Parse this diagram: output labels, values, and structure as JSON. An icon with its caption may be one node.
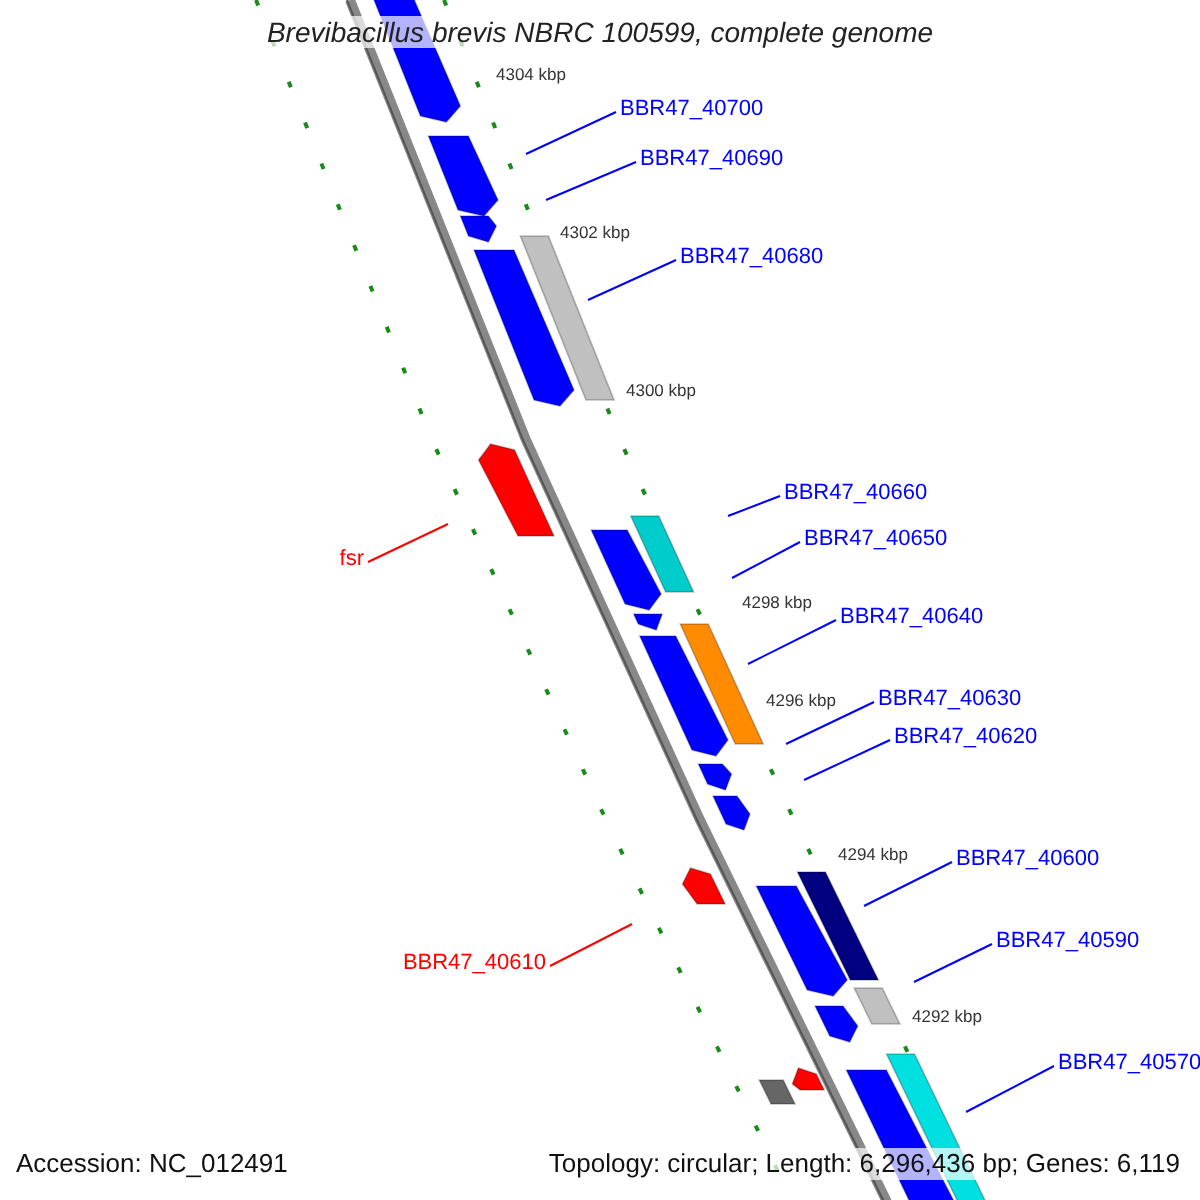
{
  "diagram": {
    "title": "Brevibacillus brevis NBRC 100599, complete genome",
    "nodes": [
      {
        "text": [
          "BBR47_40700"
        ]
      },
      {
        "text": [
          "BBR47_40690"
        ]
      },
      {
        "text": [
          "BBR47_40680"
        ]
      },
      {
        "text": [
          "BBR47_40660"
        ]
      },
      {
        "text": [
          "BBR47_40650"
        ]
      },
      {
        "text": [
          "fsr"
        ]
      },
      {
        "text": [
          "BBR47_40640"
        ]
      },
      {
        "text": [
          "BBR47_40630"
        ]
      },
      {
        "text": [
          "BBR47_40620"
        ]
      },
      {
        "text": [
          "BBR47_40600"
        ]
      },
      {
        "text": [
          "BBR47_40590"
        ]
      },
      {
        "text": [
          "BBR47_40610"
        ]
      },
      {
        "text": [
          "BBR47_40570"
        ]
      }
    ],
    "edges": [
      {
        "from": 0,
        "to": null,
        "arrow": "none"
      },
      {
        "from": 1,
        "to": null,
        "arrow": "none"
      },
      {
        "from": 2,
        "to": null,
        "arrow": "none"
      },
      {
        "from": 3,
        "to": null,
        "arrow": "none"
      },
      {
        "from": 4,
        "to": null,
        "arrow": "none"
      },
      {
        "from": 5,
        "to": null,
        "arrow": "none",
        "color": "#ff0000"
      },
      {
        "from": 6,
        "to": null,
        "arrow": "none"
      },
      {
        "from": 7,
        "to": null,
        "arrow": "none"
      },
      {
        "from": 8,
        "to": null,
        "arrow": "none"
      },
      {
        "from": 9,
        "to": null,
        "arrow": "none"
      },
      {
        "from": 10,
        "to": null,
        "arrow": "none"
      },
      {
        "from": 11,
        "to": null,
        "arrow": "none",
        "color": "#ff0000"
      },
      {
        "from": 12,
        "to": null,
        "arrow": "none"
      }
    ],
    "labels": [
      "4304 kbp",
      "4302 kbp",
      "4300 kbp",
      "4298 kbp",
      "4296 kbp",
      "4294 kbp",
      "4292 kbp",
      "Accession: NC_012491",
      "Topology: circular; Length: 6,296,436 bp; Genes: 6,119"
    ]
  }
}
